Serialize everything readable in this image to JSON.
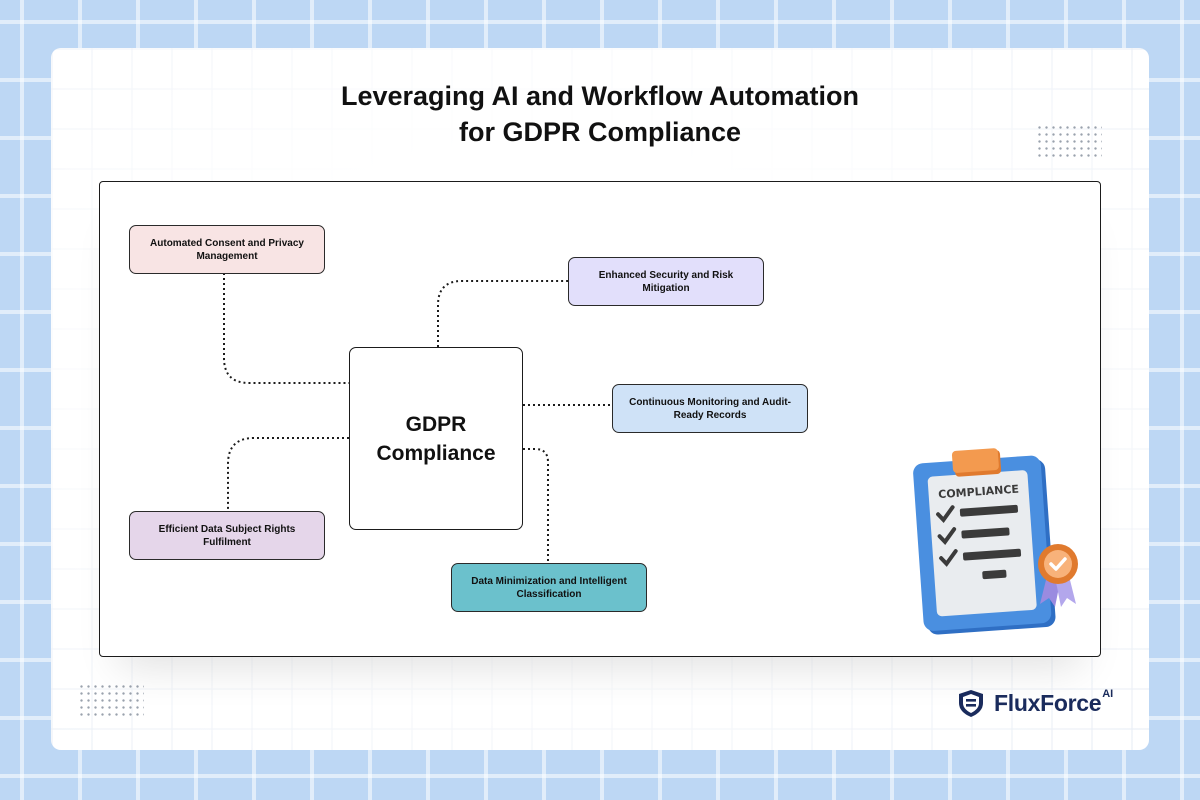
{
  "title": {
    "line1": "Leveraging AI and Workflow Automation",
    "line2": "for GDPR Compliance"
  },
  "center": {
    "label": "GDPR Compliance"
  },
  "nodes": [
    {
      "label": "Automated Consent and Privacy Management",
      "color": "#f8e4e4"
    },
    {
      "label": "Enhanced Security and Risk Mitigation",
      "color": "#e2dffb"
    },
    {
      "label": "Continuous Monitoring and Audit-Ready Records",
      "color": "#cfe2f7"
    },
    {
      "label": "Efficient Data Subject Rights Fulfilment",
      "color": "#e5d6ea"
    },
    {
      "label": "Data Minimization and Intelligent Classification",
      "color": "#6bc1cc"
    }
  ],
  "illustration": {
    "label": "COMPLIANCE",
    "icon": "compliance-clipboard-icon"
  },
  "brand": {
    "name": "FluxForce",
    "superscript": "AI",
    "icon": "shield-logo-icon",
    "color": "#1a2b5c"
  },
  "colors": {
    "background": "#bdd7f4",
    "accent_orange": "#f08a3c",
    "clipboard_blue": "#3f86d9"
  }
}
